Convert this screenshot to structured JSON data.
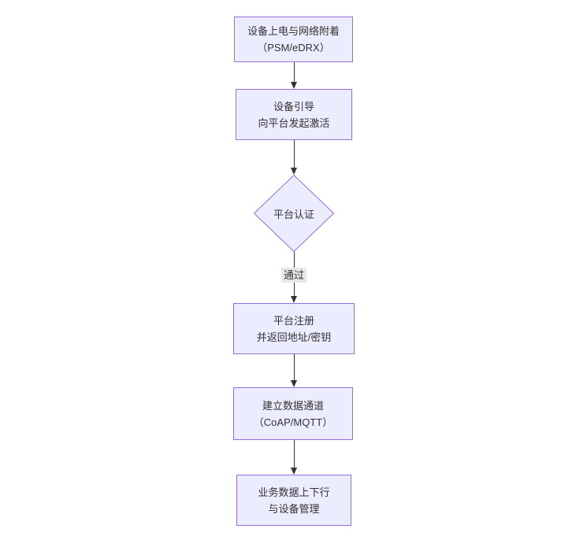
{
  "diagram": {
    "type": "flowchart-top-down",
    "colors": {
      "node_fill": "#ECECFF",
      "node_border": "#9370DB",
      "text": "#333333",
      "edge": "#333333",
      "label_bg": "#e8e8e8"
    },
    "nodes": [
      {
        "id": "power-attach",
        "shape": "rect",
        "lines": [
          "设备上电与网络附着",
          "（PSM/eDRX）"
        ]
      },
      {
        "id": "bootstrap",
        "shape": "rect",
        "lines": [
          "设备引导",
          "向平台发起激活"
        ]
      },
      {
        "id": "auth",
        "shape": "diamond",
        "lines": [
          "平台认证"
        ]
      },
      {
        "id": "register",
        "shape": "rect",
        "lines": [
          "平台注册",
          "并返回地址/密钥"
        ]
      },
      {
        "id": "channel",
        "shape": "rect",
        "lines": [
          "建立数据通道",
          "（CoAP/MQTT）"
        ]
      },
      {
        "id": "business",
        "shape": "rect",
        "lines": [
          "业务数据上下行",
          "与设备管理"
        ]
      }
    ],
    "edges": [
      {
        "from": "power-attach",
        "to": "bootstrap",
        "label": ""
      },
      {
        "from": "bootstrap",
        "to": "auth",
        "label": ""
      },
      {
        "from": "auth",
        "to": "register",
        "label": "通过"
      },
      {
        "from": "register",
        "to": "channel",
        "label": ""
      },
      {
        "from": "channel",
        "to": "business",
        "label": ""
      }
    ]
  }
}
